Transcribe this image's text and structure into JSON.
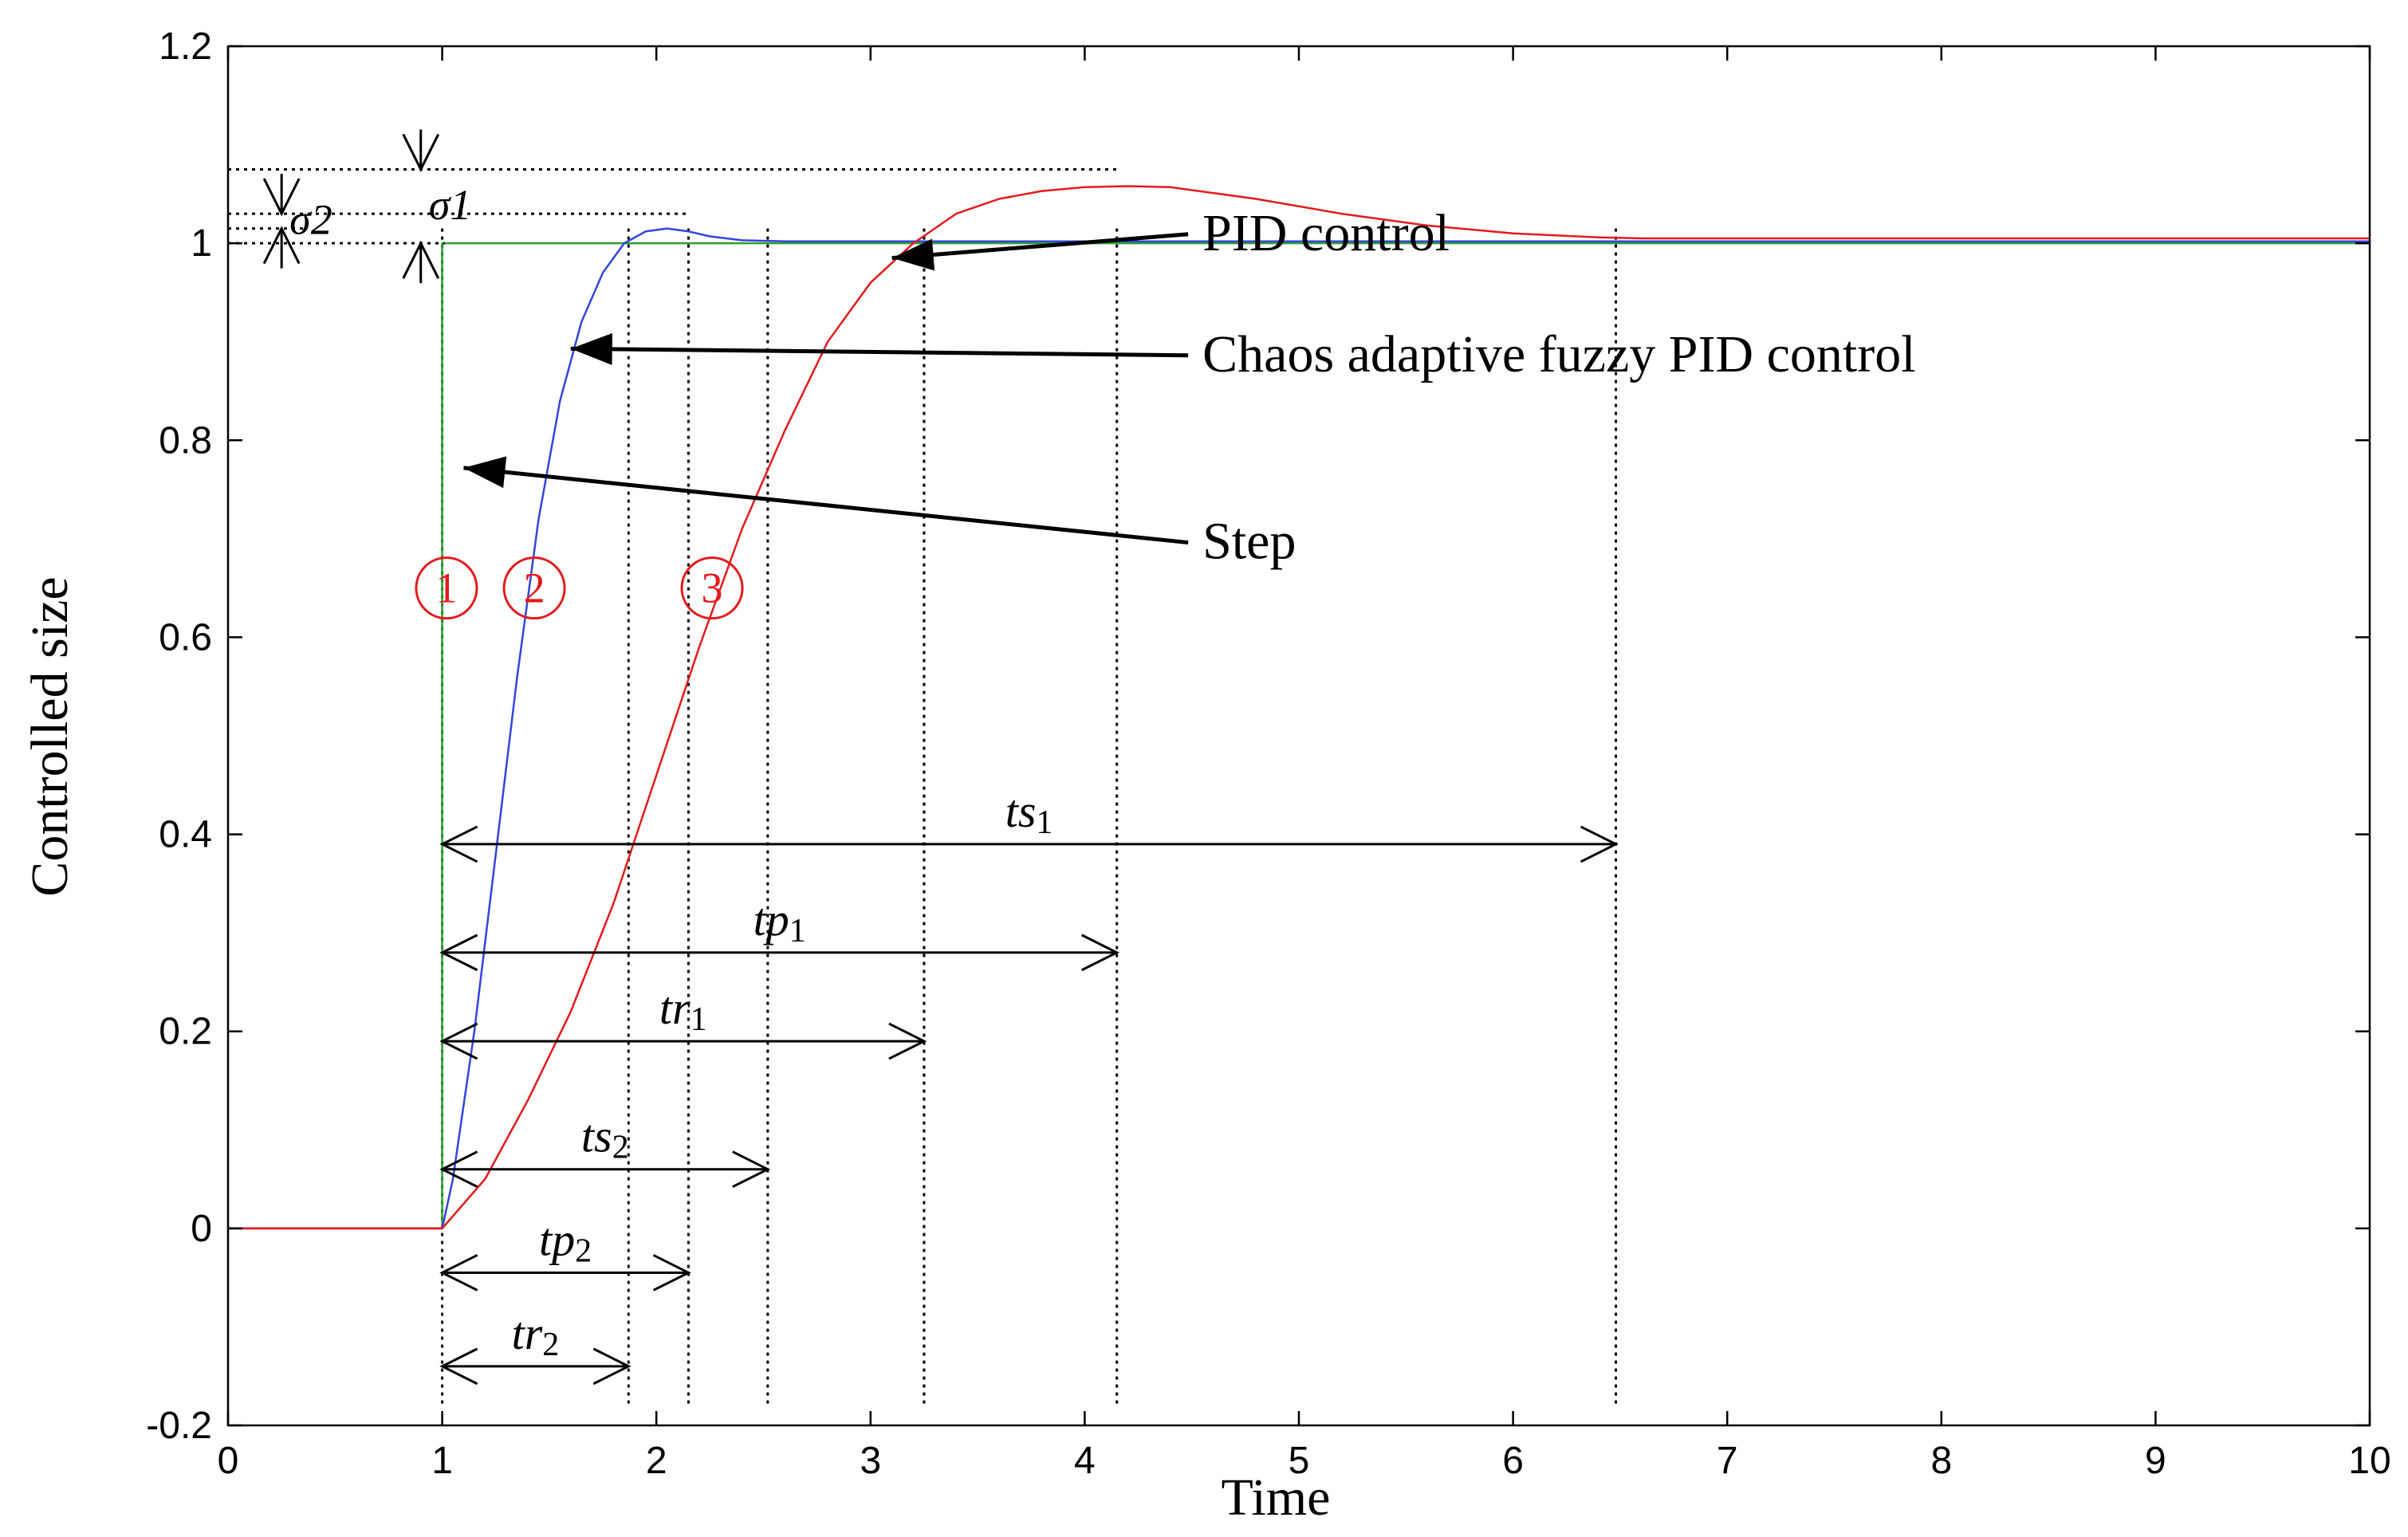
{
  "chart_data": {
    "type": "line",
    "xlabel": "Time",
    "ylabel": "Controlled size",
    "xlim": [
      0,
      10
    ],
    "ylim": [
      -0.2,
      1.2
    ],
    "x_ticks": [
      "0",
      "1",
      "2",
      "3",
      "4",
      "5",
      "6",
      "7",
      "8",
      "9",
      "10"
    ],
    "y_ticks": [
      "-0.2",
      "0",
      "0.2",
      "0.4",
      "0.6",
      "0.8",
      "1",
      "1.2"
    ],
    "grid": false,
    "series": [
      {
        "key": "step",
        "color": "#2ca02c",
        "x": [
          0,
          1,
          1,
          10
        ],
        "y": [
          0,
          0,
          1,
          1
        ]
      },
      {
        "key": "fuzzy",
        "color": "#3344dd",
        "x": [
          0,
          1.0,
          1.05,
          1.15,
          1.25,
          1.35,
          1.45,
          1.55,
          1.65,
          1.75,
          1.85,
          1.95,
          2.05,
          2.15,
          2.25,
          2.4,
          2.6,
          3.0,
          10
        ],
        "y": [
          0,
          0,
          0.05,
          0.2,
          0.38,
          0.56,
          0.72,
          0.84,
          0.92,
          0.97,
          1.0,
          1.012,
          1.015,
          1.012,
          1.007,
          1.003,
          1.002,
          1.002,
          1.002
        ]
      },
      {
        "key": "pid",
        "color": "#e31a1c",
        "x": [
          0,
          1.0,
          1.2,
          1.4,
          1.6,
          1.8,
          2.0,
          2.2,
          2.4,
          2.6,
          2.8,
          3.0,
          3.2,
          3.4,
          3.6,
          3.8,
          4.0,
          4.2,
          4.4,
          4.8,
          5.2,
          5.6,
          6.0,
          6.4,
          6.6,
          10
        ],
        "y": [
          0,
          0,
          0.05,
          0.13,
          0.22,
          0.33,
          0.46,
          0.59,
          0.71,
          0.81,
          0.9,
          0.96,
          1.0,
          1.03,
          1.045,
          1.053,
          1.057,
          1.058,
          1.057,
          1.045,
          1.03,
          1.018,
          1.01,
          1.006,
          1.005,
          1.005
        ]
      }
    ],
    "legend": {
      "position": "right",
      "entries": [
        {
          "label": "PID control",
          "text_x": 4.55,
          "text_y": 0.993,
          "arrow_tip": [
            3.1,
            0.985
          ]
        },
        {
          "label": "Chaos adaptive fuzzy PID control",
          "text_x": 4.55,
          "text_y": 0.87,
          "arrow_tip": [
            1.6,
            0.893
          ]
        },
        {
          "label": "Step",
          "text_x": 4.55,
          "text_y": 0.68,
          "arrow_tip": [
            1.1,
            0.772
          ]
        }
      ]
    },
    "curve_markers": [
      {
        "label": "1",
        "x": 1.02,
        "y": 0.65
      },
      {
        "label": "2",
        "x": 1.43,
        "y": 0.65
      },
      {
        "label": "3",
        "x": 2.26,
        "y": 0.65
      }
    ],
    "vertical_markers": [
      1.0,
      1.87,
      2.15,
      2.52,
      3.25,
      4.15,
      6.48
    ],
    "overshoot": {
      "sigma1": {
        "label": "σ1",
        "y_low": 1.0,
        "y_high": 1.075,
        "x": 0.9,
        "line_to_x": 4.15
      },
      "sigma2": {
        "label": "σ2",
        "y_low": 1.015,
        "y_high": 1.03,
        "x": 0.25,
        "line_to_x": 2.15
      }
    },
    "time_annotations": [
      {
        "name": "ts",
        "sub": "1",
        "x_start": 1.0,
        "x_end": 6.48,
        "y": 0.39
      },
      {
        "name": "tp",
        "sub": "1",
        "x_start": 1.0,
        "x_end": 4.15,
        "y": 0.28
      },
      {
        "name": "tr",
        "sub": "1",
        "x_start": 1.0,
        "x_end": 3.25,
        "y": 0.19
      },
      {
        "name": "ts",
        "sub": "2",
        "x_start": 1.0,
        "x_end": 2.52,
        "y": 0.06
      },
      {
        "name": "tp",
        "sub": "2",
        "x_start": 1.0,
        "x_end": 2.15,
        "y": -0.045
      },
      {
        "name": "tr",
        "sub": "2",
        "x_start": 1.0,
        "x_end": 1.87,
        "y": -0.14
      }
    ]
  }
}
